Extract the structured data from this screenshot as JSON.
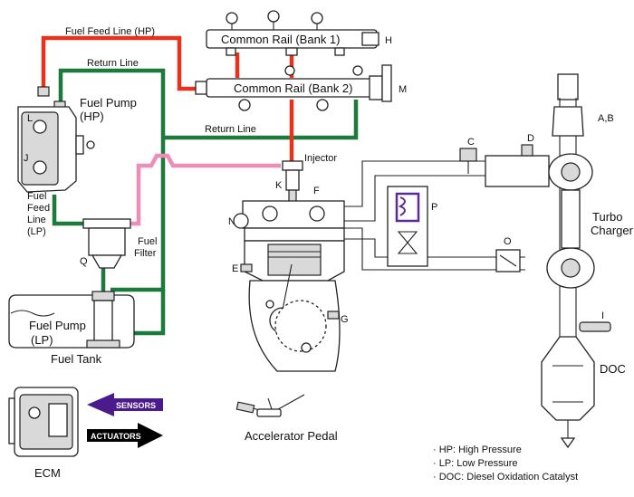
{
  "labels": {
    "fuel_feed_line_hp": "Fuel Feed Line (HP)",
    "return_line_top": "Return Line",
    "return_line_mid": "Return Line",
    "common_rail_bank1": "Common Rail (Bank 1)",
    "common_rail_bank2": "Common Rail (Bank 2)",
    "fuel_pump_hp_1": "Fuel Pump",
    "fuel_pump_hp_2": "(HP)",
    "fuel_feed_line_lp_1": "Fuel",
    "fuel_feed_line_lp_2": "Feed",
    "fuel_feed_line_lp_3": "Line",
    "fuel_feed_line_lp_4": "(LP)",
    "fuel_filter_1": "Fuel",
    "fuel_filter_2": "Filter",
    "fuel_pump_lp_1": "Fuel Pump",
    "fuel_pump_lp_2": "(LP)",
    "fuel_tank": "Fuel Tank",
    "injector": "Injector",
    "turbo_charger_1": "Turbo",
    "turbo_charger_2": "Charger",
    "doc": "DOC",
    "ecm": "ECM",
    "sensors": "SENSORS",
    "actuators": "ACTUATORS",
    "accelerator_pedal": "Accelerator Pedal"
  },
  "letters": {
    "H": "H",
    "M": "M",
    "L": "L",
    "J": "J",
    "K": "K",
    "F": "F",
    "N": "N",
    "E": "E",
    "G": "G",
    "Q": "Q",
    "C": "C",
    "D": "D",
    "P": "P",
    "O": "O",
    "I": "I",
    "AB": "A,B"
  },
  "legend": [
    "· HP: High Pressure",
    "· LP: Low Pressure",
    "· DOC: Diesel Oxidation Catalyst"
  ],
  "colors": {
    "high_pressure": "#e8321e",
    "return_line": "#1d7a3a",
    "low_pressure_feed": "#f08cb8",
    "sensors_arrow": "#4b1a8c",
    "actuators_arrow": "#000000",
    "purple_valve": "#5a2a9a"
  }
}
